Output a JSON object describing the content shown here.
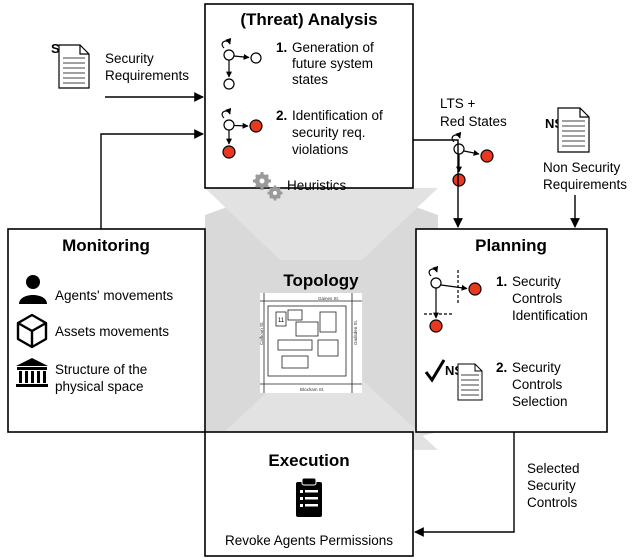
{
  "analysis": {
    "title": "(Threat) Analysis",
    "item1_number": "1.",
    "item1_lines": [
      "Generation of",
      "future system",
      "states"
    ],
    "item2_number": "2.",
    "item2_lines": [
      "Identification of",
      "security req.",
      "violations"
    ],
    "heuristics_label": "Heuristics"
  },
  "security_requirements": {
    "doc_letter": "S",
    "lines": [
      "Security",
      "Requirements"
    ]
  },
  "lts": {
    "lines": [
      "LTS +",
      "Red States"
    ]
  },
  "non_security_requirements": {
    "doc_letter": "NS",
    "lines": [
      "Non Security",
      "Requirements"
    ]
  },
  "monitoring": {
    "title": "Monitoring",
    "item1_label": "Agents' movements",
    "item2_label": "Assets movements",
    "item3_lines": [
      "Structure of the",
      "physical space"
    ]
  },
  "topology": {
    "title": "Topology",
    "map_streets": [
      "Gaines St.",
      "Calhoun St.",
      "Gadsden St.",
      "Bloxham St."
    ],
    "map_room_label": "11"
  },
  "planning": {
    "title": "Planning",
    "item1_number": "1.",
    "item1_lines": [
      "Security",
      "Controls",
      "Identification"
    ],
    "item2_number": "2.",
    "item2_lines": [
      "Security",
      "Controls",
      "Selection"
    ],
    "doc_letter": "NS"
  },
  "execution": {
    "title": "Execution",
    "action_label": "Revoke Agents Permissions"
  },
  "selected_controls": {
    "lines": [
      "Selected",
      "Security",
      "Controls"
    ]
  },
  "colors": {
    "red_state": "#e8381d",
    "connector_gray": "#d9d9d9",
    "gear_gray": "#9a9a9a"
  },
  "icons": [
    "document-icon",
    "lts-graph-icon",
    "gear-icon",
    "person-icon",
    "unity-logo-icon",
    "building-icon",
    "checkmark-icon",
    "clipboard-icon",
    "map-icon"
  ]
}
